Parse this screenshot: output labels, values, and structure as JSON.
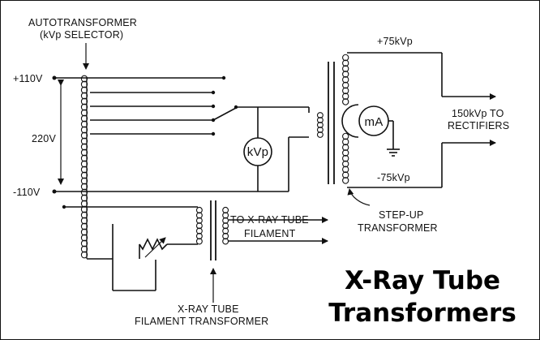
{
  "labels": {
    "autotransformer_line1": "AUTOTRANSFORMER",
    "autotransformer_line2": "(kVp SELECTOR)",
    "plus110": "+110V",
    "v220": "220V",
    "minus110": "-110V",
    "kvp_meter": "kVp",
    "ma_meter": "mA",
    "plus75": "+75kVp",
    "minus75": "-75kVp",
    "rectifier_line1": "150kVp TO",
    "rectifier_line2": "RECTIFIERS",
    "filament_out_line1": "TO X-RAY TUBE",
    "filament_out_line2": "FILAMENT",
    "stepup_line1": "STEP-UP",
    "stepup_line2": "TRANSFORMER",
    "filament_tx_line1": "X-RAY TUBE",
    "filament_tx_line2": "FILAMENT TRANSFORMER"
  },
  "title": {
    "line1": "X-Ray Tube",
    "line2": "Transformers"
  }
}
